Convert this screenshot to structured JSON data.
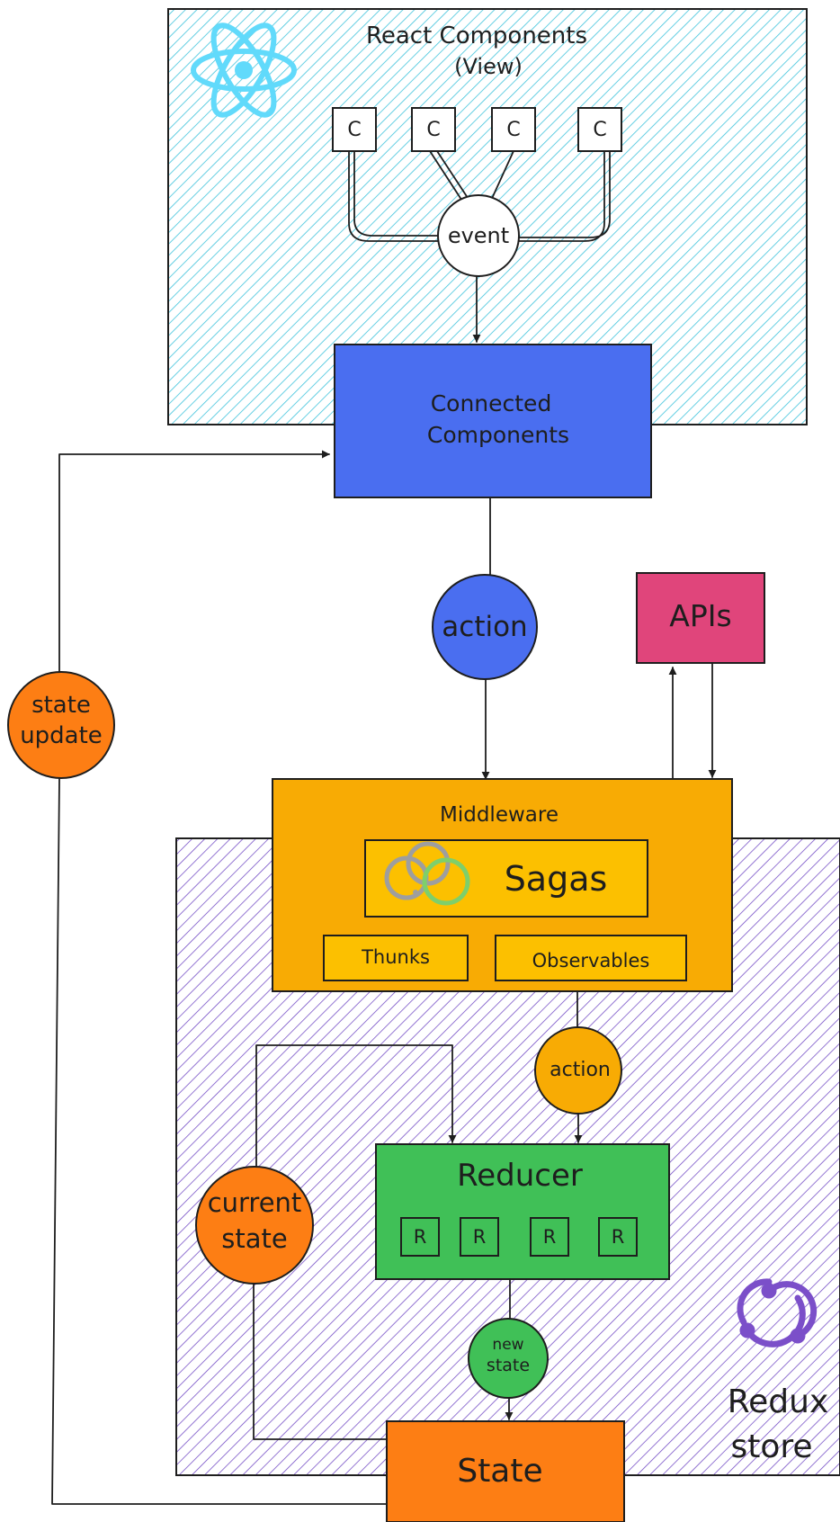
{
  "react_section": {
    "title_line1": "React Components",
    "title_line2": "(View)",
    "components": [
      "C",
      "C",
      "C",
      "C"
    ],
    "event_label": "event",
    "hatch_color": "#40c4dc"
  },
  "connected": {
    "label_line1": "Connected",
    "label_line2": "Components",
    "color": "#4a6ef0"
  },
  "action_top": {
    "label": "action",
    "color": "#4a6ef0"
  },
  "apis": {
    "label": "APIs",
    "color": "#e0457b"
  },
  "state_update": {
    "line1": "state",
    "line2": "update",
    "color": "#fd7e14"
  },
  "middleware": {
    "title": "Middleware",
    "sagas_label": "Sagas",
    "thunks_label": "Thunks",
    "observables_label": "Observables",
    "color": "#f8ab04",
    "sagas_color": "#fcc000"
  },
  "redux_section": {
    "label_line1": "Redux",
    "label_line2": "store",
    "hatch_color": "#7048c4",
    "logo_color": "#7b4fc9"
  },
  "action_mid": {
    "label": "action",
    "color": "#f8ab04"
  },
  "reducer": {
    "title": "Reducer",
    "items": [
      "R",
      "R",
      "R",
      "R"
    ],
    "color": "#40c057"
  },
  "current_state": {
    "line1": "current",
    "line2": "state",
    "color": "#fd7e14"
  },
  "new_state": {
    "line1": "new",
    "line2": "state",
    "color": "#40c057"
  },
  "state_box": {
    "label": "State",
    "color": "#fd7e14"
  }
}
